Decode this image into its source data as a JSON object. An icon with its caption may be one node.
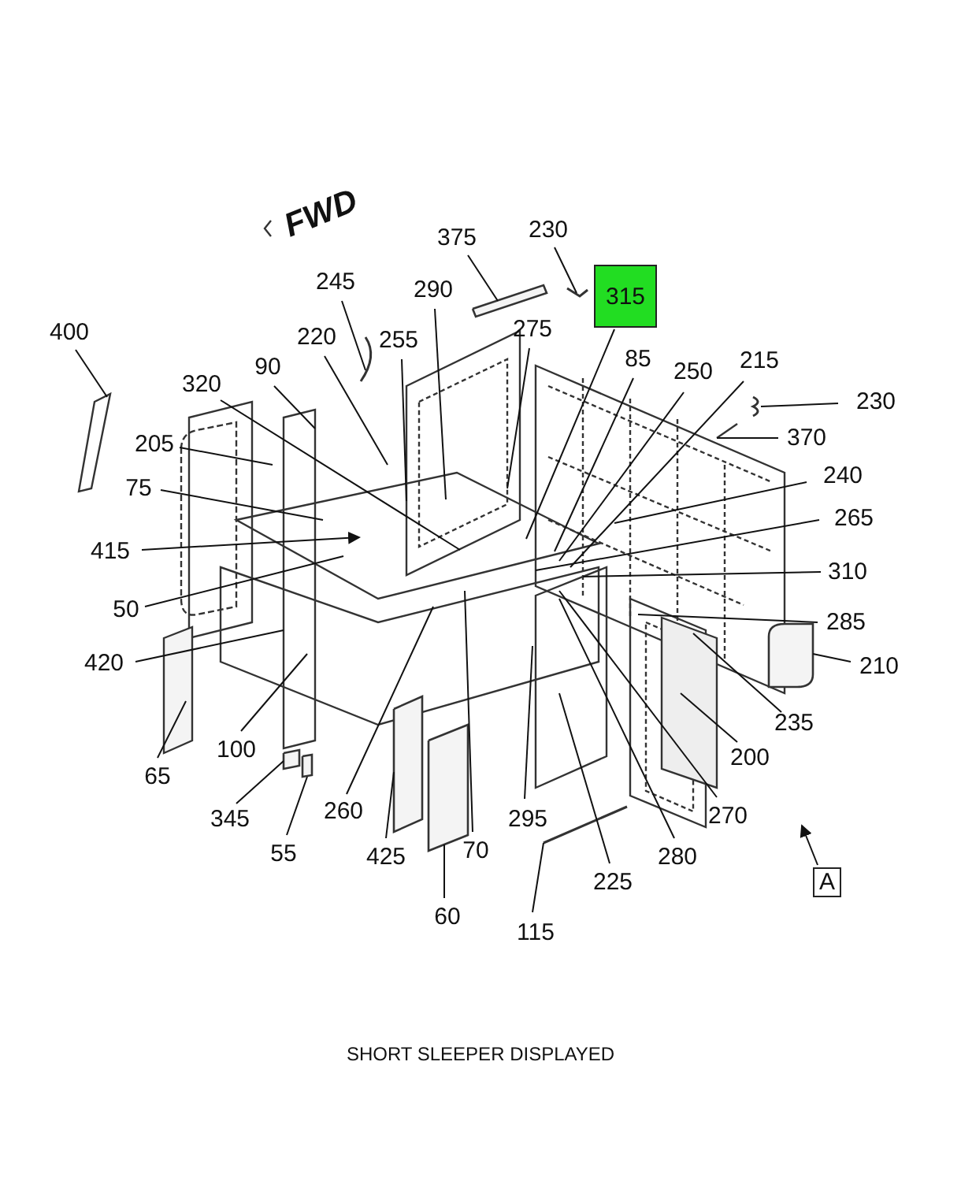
{
  "diagram": {
    "caption": "SHORT SLEEPER DISPLAYED",
    "nodes": [
      {
        "text": [
          "375"
        ]
      },
      {
        "text": [
          "230"
        ]
      },
      {
        "text": [
          "315"
        ]
      },
      {
        "text": [
          "245"
        ]
      },
      {
        "text": [
          "290"
        ]
      },
      {
        "text": [
          "400"
        ]
      },
      {
        "text": [
          "220"
        ]
      },
      {
        "text": [
          "255"
        ]
      },
      {
        "text": [
          "275"
        ]
      },
      {
        "text": [
          "90"
        ]
      },
      {
        "text": [
          "320"
        ]
      },
      {
        "text": [
          "85"
        ]
      },
      {
        "text": [
          "250"
        ]
      },
      {
        "text": [
          "215"
        ]
      },
      {
        "text": [
          "230"
        ]
      },
      {
        "text": [
          "370"
        ]
      },
      {
        "text": [
          "205"
        ]
      },
      {
        "text": [
          "75"
        ]
      },
      {
        "text": [
          "240"
        ]
      },
      {
        "text": [
          "265"
        ]
      },
      {
        "text": [
          "415"
        ]
      },
      {
        "text": [
          "50"
        ]
      },
      {
        "text": [
          "310"
        ]
      },
      {
        "text": [
          "285"
        ]
      },
      {
        "text": [
          "420"
        ]
      },
      {
        "text": [
          "210"
        ]
      },
      {
        "text": [
          "235"
        ]
      },
      {
        "text": [
          "200"
        ]
      },
      {
        "text": [
          "100"
        ]
      },
      {
        "text": [
          "65"
        ]
      },
      {
        "text": [
          "270"
        ]
      },
      {
        "text": [
          "345"
        ]
      },
      {
        "text": [
          "260"
        ]
      },
      {
        "text": [
          "295"
        ]
      },
      {
        "text": [
          "55"
        ]
      },
      {
        "text": [
          "425"
        ]
      },
      {
        "text": [
          "70"
        ]
      },
      {
        "text": [
          "280"
        ]
      },
      {
        "text": [
          "225"
        ]
      },
      {
        "text": [
          "60"
        ]
      },
      {
        "text": [
          "115"
        ]
      },
      {
        "text": [
          "A"
        ]
      },
      {
        "text": [],
        "shape": "box"
      },
      {
        "text": [],
        "shape": "picture"
      },
      {
        "text": [],
        "shape": "picture"
      },
      {
        "text": [],
        "shape": "picture"
      },
      {
        "text": [],
        "shape": "box"
      },
      {
        "text": [],
        "shape": "box"
      },
      {
        "text": [],
        "shape": "box"
      },
      {
        "text": [],
        "shape": "box"
      },
      {
        "text": [],
        "shape": "picture"
      },
      {
        "text": [],
        "shape": "box"
      }
    ],
    "edges": [
      {
        "from": 0,
        "to": 42,
        "arrow": "none"
      },
      {
        "from": 1,
        "to": 43,
        "arrow": "none"
      },
      {
        "from": 2,
        "to": null,
        "arrow": "none"
      },
      {
        "from": 3,
        "to": 44,
        "arrow": "none"
      },
      {
        "from": 4,
        "to": null,
        "arrow": "none"
      },
      {
        "from": 5,
        "to": null,
        "arrow": "none"
      },
      {
        "from": 6,
        "to": null,
        "arrow": "none"
      },
      {
        "from": 7,
        "to": null,
        "arrow": "none"
      },
      {
        "from": 8,
        "to": null,
        "arrow": "none"
      },
      {
        "from": 9,
        "to": null,
        "arrow": "none"
      },
      {
        "from": 10,
        "to": null,
        "arrow": "none"
      },
      {
        "from": 11,
        "to": null,
        "arrow": "none"
      },
      {
        "from": 12,
        "to": null,
        "arrow": "none"
      },
      {
        "from": 13,
        "to": null,
        "arrow": "none"
      },
      {
        "from": 14,
        "to": 45,
        "arrow": "none"
      },
      {
        "from": 15,
        "to": null,
        "arrow": "none"
      },
      {
        "from": 16,
        "to": null,
        "arrow": "none"
      },
      {
        "from": 17,
        "to": null,
        "arrow": "none"
      },
      {
        "from": 18,
        "to": null,
        "arrow": "none"
      },
      {
        "from": 19,
        "to": null,
        "arrow": "none"
      },
      {
        "from": 20,
        "to": null,
        "arrow": "to"
      },
      {
        "from": 21,
        "to": null,
        "arrow": "none"
      },
      {
        "from": 22,
        "to": null,
        "arrow": "none"
      },
      {
        "from": 23,
        "to": null,
        "arrow": "none"
      },
      {
        "from": 24,
        "to": null,
        "arrow": "none"
      },
      {
        "from": 25,
        "to": 46,
        "arrow": "none"
      },
      {
        "from": 26,
        "to": null,
        "arrow": "none"
      },
      {
        "from": 27,
        "to": null,
        "arrow": "none"
      },
      {
        "from": 28,
        "to": null,
        "arrow": "none"
      },
      {
        "from": 29,
        "to": null,
        "arrow": "none"
      },
      {
        "from": 30,
        "to": null,
        "arrow": "none"
      },
      {
        "from": 31,
        "to": 47,
        "arrow": "none"
      },
      {
        "from": 32,
        "to": null,
        "arrow": "none"
      },
      {
        "from": 33,
        "to": null,
        "arrow": "none"
      },
      {
        "from": 34,
        "to": 48,
        "arrow": "none"
      },
      {
        "from": 35,
        "to": 51,
        "arrow": "none"
      },
      {
        "from": 36,
        "to": null,
        "arrow": "none"
      },
      {
        "from": 37,
        "to": null,
        "arrow": "none"
      },
      {
        "from": 38,
        "to": null,
        "arrow": "none"
      },
      {
        "from": 39,
        "to": 49,
        "arrow": "none"
      },
      {
        "from": 40,
        "to": 50,
        "arrow": "none"
      },
      {
        "from": 41,
        "to": null,
        "arrow": "to"
      }
    ],
    "labels": [
      "FWD"
    ]
  }
}
